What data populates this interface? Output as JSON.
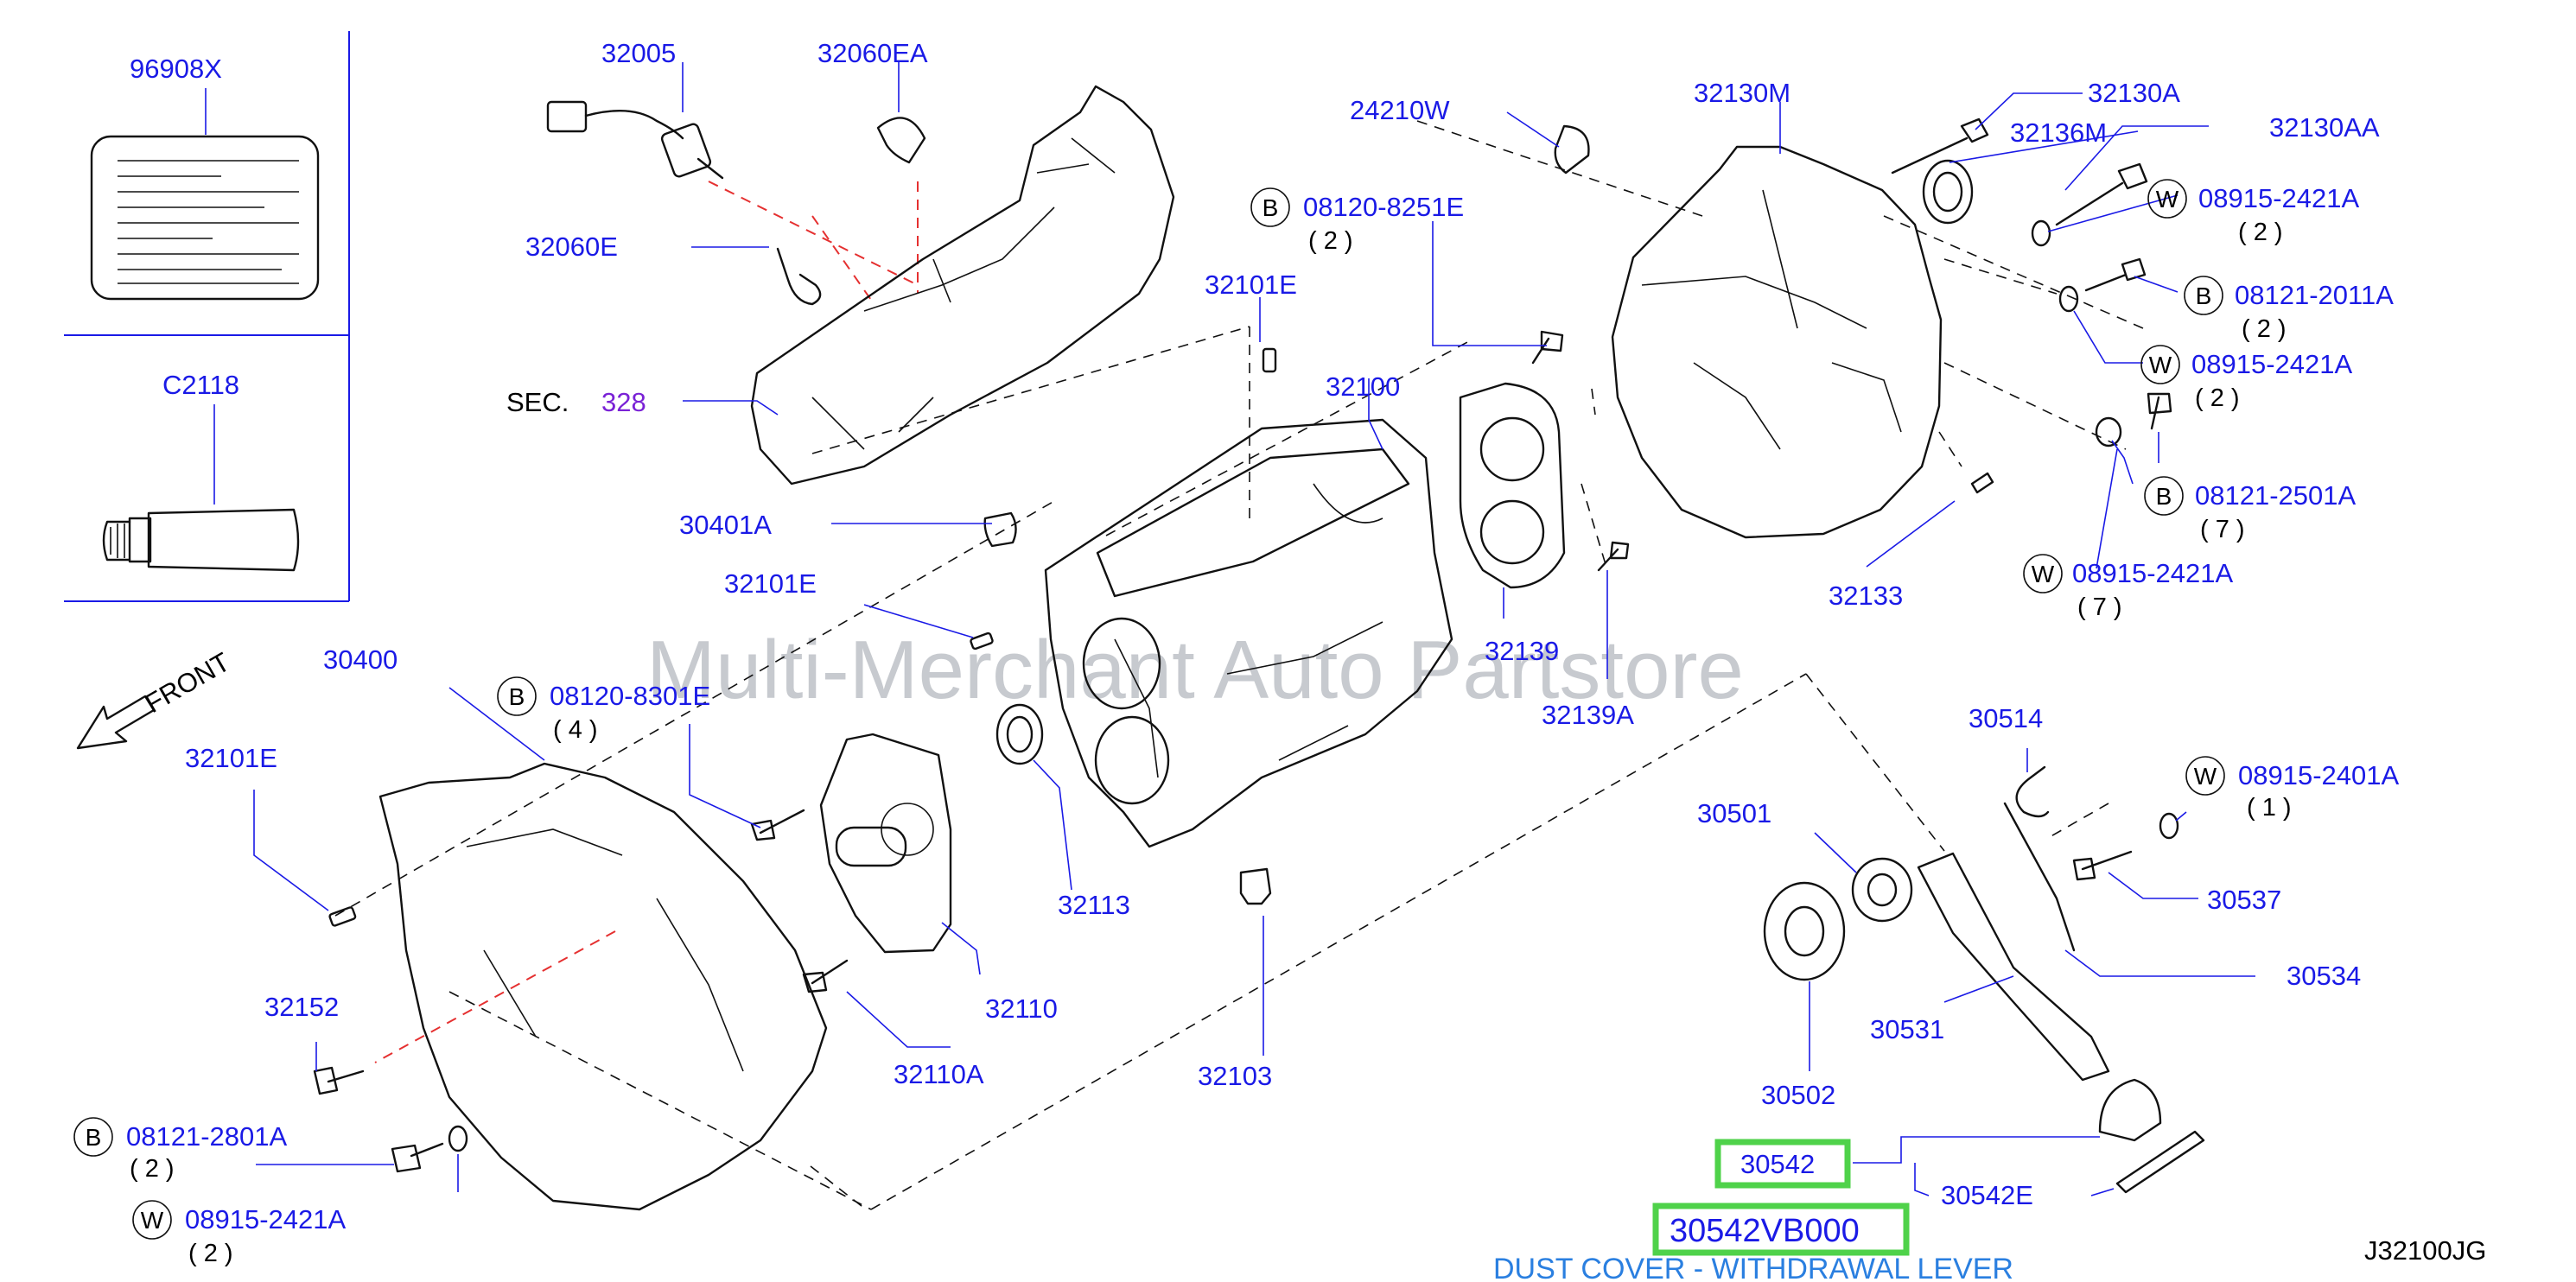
{
  "diagram_code": "J32100JG",
  "section_ref": {
    "prefix": "SEC.",
    "number": "328"
  },
  "front_label": "FRONT",
  "watermark": "Multi-Merchant Auto Partstore",
  "legend": {
    "label_96908X": "96908X",
    "label_C2118": "C2118"
  },
  "selected_part": {
    "ref": "30542",
    "part_number": "30542VB000",
    "description": "DUST COVER - WITHDRAWAL LEVER"
  },
  "callouts": {
    "p32005": "32005",
    "p32060EA": "32060EA",
    "p32060E": "32060E",
    "p24210W": "24210W",
    "p32130M": "32130M",
    "p32130A": "32130A",
    "p32136M": "32136M",
    "p32130AA": "32130AA",
    "p08915_2421A_a": "08915-2421A",
    "qty_a": "( 2 )",
    "p08121_2011A": "08121-2011A",
    "qty_b": "( 2 )",
    "p08915_2421A_b": "08915-2421A",
    "qty_c": "( 2 )",
    "p08121_2501A": "08121-2501A",
    "qty_d": "( 7 )",
    "p08915_2421A_c": "08915-2421A",
    "qty_e": "( 7 )",
    "p32133": "32133",
    "p08120_8251E": "08120-8251E",
    "qty_f": "( 2 )",
    "p32101E_a": "32101E",
    "p32100": "32100",
    "p30401A": "30401A",
    "p32101E_b": "32101E",
    "p32139": "32139",
    "p32139A": "32139A",
    "p30400": "30400",
    "p08120_8301E": "08120-8301E",
    "qty_g": "( 4 )",
    "p32101E_c": "32101E",
    "p32113": "32113",
    "p32110": "32110",
    "p32110A": "32110A",
    "p32103": "32103",
    "p32152": "32152",
    "p08121_2801A": "08121-2801A",
    "qty_h": "( 2 )",
    "p08915_2421A_d": "08915-2421A",
    "qty_i": "( 2 )",
    "p30514": "30514",
    "p08915_2401A": "08915-2401A",
    "qty_j": "( 1 )",
    "p30501": "30501",
    "p30537": "30537",
    "p30534": "30534",
    "p30531": "30531",
    "p30502": "30502",
    "p30542E": "30542E"
  },
  "marker_letters": {
    "bolt": "B",
    "washer": "W"
  },
  "colors": {
    "callout": "#1a1ae6",
    "section_number": "#7a22d6",
    "highlight": "#4fd24a",
    "caption": "#2a7fe0",
    "leader_red": "#e53030"
  }
}
